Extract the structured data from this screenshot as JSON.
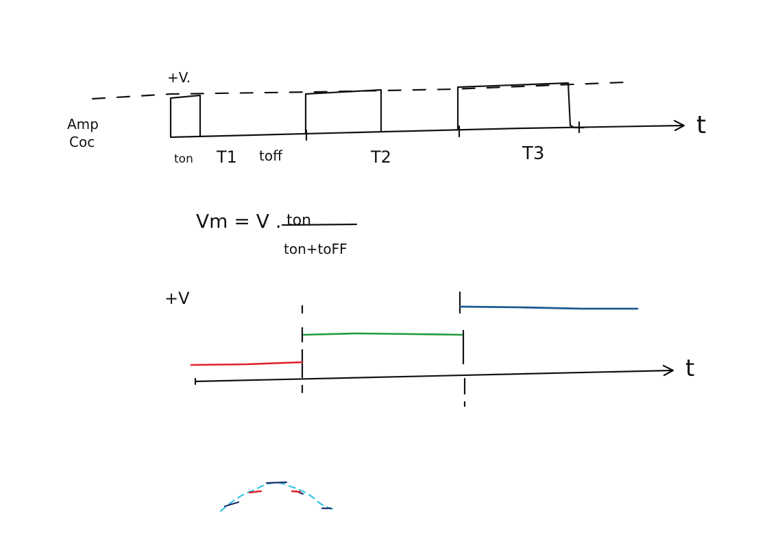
{
  "pwm_waveform": {
    "amplitude_label": "+V.",
    "y_axis_label_line1": "Amp",
    "y_axis_label_line2": "Coc",
    "t_axis_label": "t",
    "ton_label": "ton",
    "toff_label": "toff",
    "period_labels": [
      "T1",
      "T2",
      "T3"
    ]
  },
  "formula": {
    "lhs": "Vm = V .",
    "numerator": "ton",
    "denominator": "ton+toFF"
  },
  "level_graph": {
    "amplitude_label": "+V",
    "t_axis_label": "t",
    "colors": {
      "red": "#e0202a",
      "green": "#1f9a3c",
      "blue": "#1c5a92",
      "label_blue": "#1c5a92",
      "cyan": "#39c3e0",
      "navy": "#1b2f6e"
    }
  }
}
